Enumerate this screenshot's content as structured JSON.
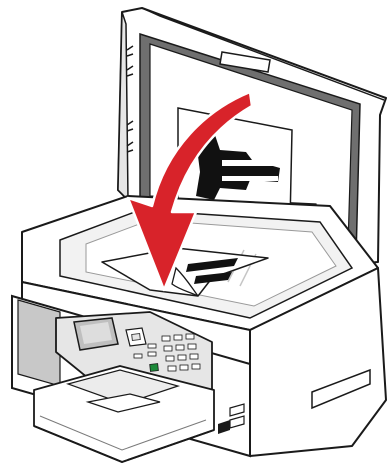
{
  "illustration": {
    "subject": "all-in-one-printer",
    "state": "scanner-lid-open",
    "action": "place-document-face-down-on-scanner-glass",
    "arrow_color": "#d8232a",
    "line_color": "#1a1a1a",
    "body_color": "#ffffff",
    "shadow_color": "#c8c8c8",
    "icons": [
      "curved-arrow-icon",
      "document-icon",
      "control-panel-icon"
    ]
  }
}
